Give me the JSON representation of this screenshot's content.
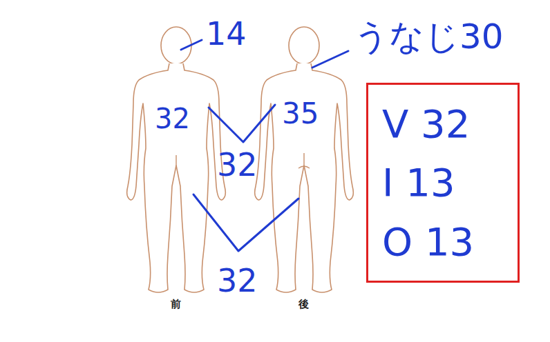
{
  "diagram": {
    "nodes": [
      {
        "text": [
          "V 32",
          "I 13",
          "O 13"
        ]
      }
    ],
    "labels": [
      "14",
      "うなじ30",
      "32",
      "35",
      "32",
      "32",
      "前",
      "後"
    ]
  }
}
